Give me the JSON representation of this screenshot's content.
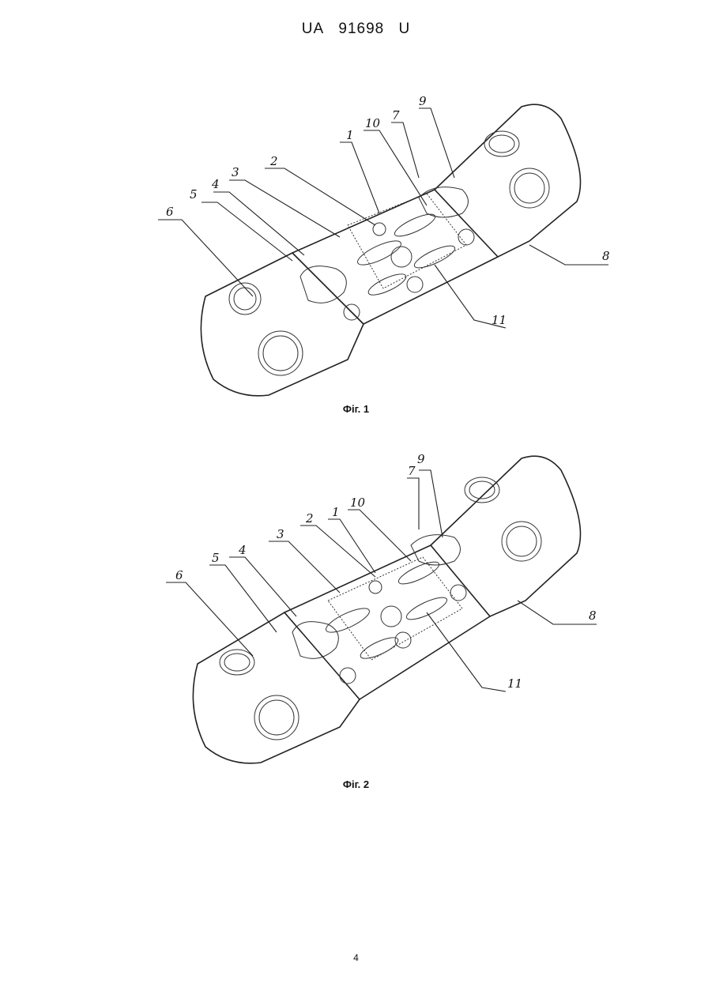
{
  "header": {
    "country": "UA",
    "number": "91698",
    "kind": "U"
  },
  "figures": [
    {
      "caption": "Фіг. 1",
      "labels": [
        "1",
        "2",
        "3",
        "4",
        "5",
        "6",
        "7",
        "8",
        "9",
        "10",
        "11"
      ]
    },
    {
      "caption": "Фіг. 2",
      "labels": [
        "1",
        "2",
        "3",
        "4",
        "5",
        "6",
        "7",
        "8",
        "9",
        "10",
        "11"
      ]
    }
  ],
  "page_number": "4"
}
